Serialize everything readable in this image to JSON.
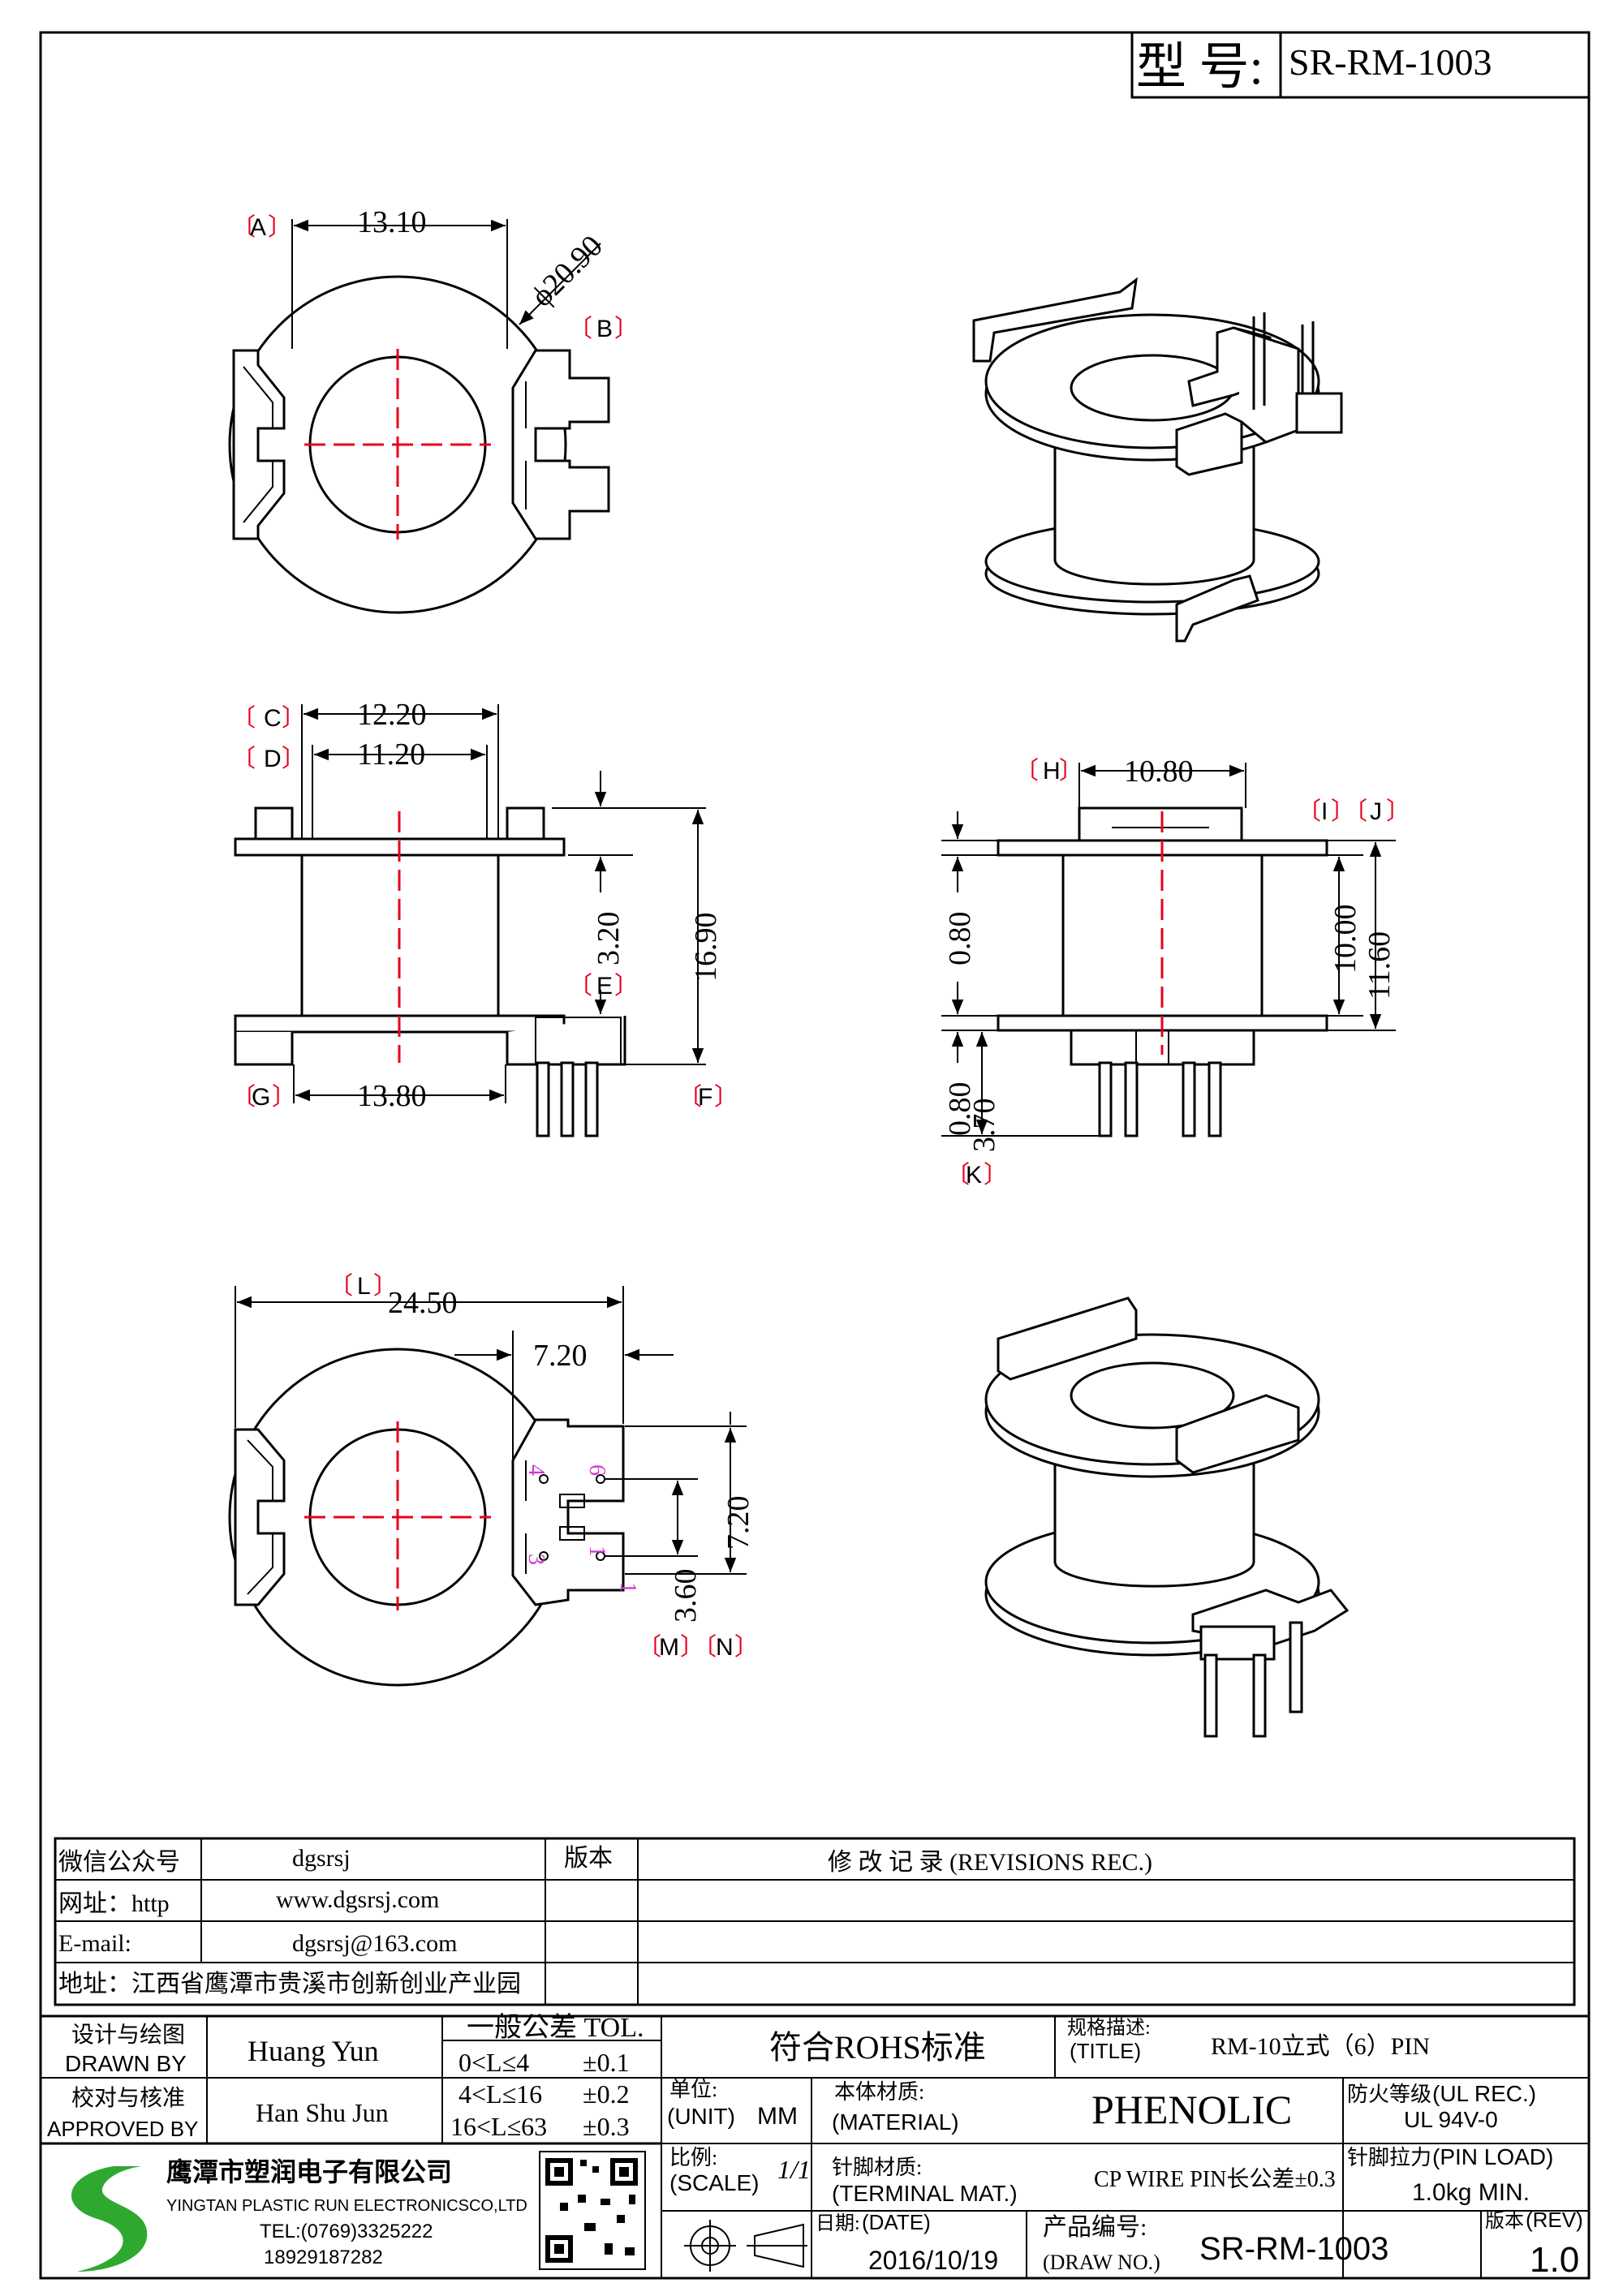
{
  "header": {
    "model_label": "型 号:",
    "model_value": "SR-RM-1003"
  },
  "dimensions": {
    "a": "13.10",
    "b": "ϕ20.90",
    "c": "12.20",
    "d": "11.20",
    "e": "3.20",
    "f": "16.90",
    "g": "13.80",
    "h": "10.80",
    "i": "10.00",
    "j": "11.60",
    "k1": "0.80",
    "k2": "0.80",
    "k3": "3.70",
    "l": "24.50",
    "m": "7.20",
    "n": "7.20",
    "o": "3.60"
  },
  "letter_tags": {
    "a": "A",
    "b": "B",
    "c": "C",
    "d": "D",
    "e": "E",
    "f": "F",
    "g": "G",
    "h": "H",
    "i": "I",
    "j": "J",
    "k": "K",
    "l": "L",
    "m": "M",
    "n": "N"
  },
  "pin_labels": [
    "6",
    "4",
    "1",
    "3",
    "1"
  ],
  "info_table": {
    "rows": [
      {
        "label": "微信公众号",
        "value": "dgsrsj"
      },
      {
        "label": "网址：http",
        "value": "www.dgsrsj.com"
      },
      {
        "label": "E-mail:",
        "value": "dgsrsj@163.com"
      }
    ],
    "address": "地址：江西省鹰潭市贵溪市创新创业产业园",
    "version_label": "版本",
    "revisions_label": "修 改 记 录 (REVISIONS REC.)"
  },
  "title_block": {
    "drawn_label_cn": "设计与绘图",
    "drawn_label_en": "DRAWN BY",
    "drawn_by": "Huang Yun",
    "approved_label_cn": "校对与核准",
    "approved_label_en": "APPROVED BY",
    "approved_by": "Han Shu Jun",
    "tol_title": "一般公差 TOL.",
    "tol_rows": [
      {
        "range": "0<L≤4",
        "tol": "±0.1"
      },
      {
        "range": "4<L≤16",
        "tol": "±0.2"
      },
      {
        "range": "16<L≤63",
        "tol": "±0.3"
      }
    ],
    "rohs": "符合ROHS标准",
    "title_label_cn": "规格描述:",
    "title_label_en": "(TITLE)",
    "title_value": "RM-10立式（6）PIN",
    "unit_label_cn": "单位:",
    "unit_label_en": "(UNIT)",
    "unit_value": "MM",
    "material_label_cn": "本体材质:",
    "material_label_en": "(MATERIAL)",
    "material_value": "PHENOLIC",
    "ul_label_cn": "防火等级",
    "ul_label_en": "(UL REC.)",
    "ul_value": "UL 94V-0",
    "scale_label_cn": "比例:",
    "scale_label_en": "(SCALE)",
    "scale_value": "1/1",
    "terminal_label_cn": "针脚材质:",
    "terminal_label_en": "(TERMINAL MAT.)",
    "terminal_value": "CP WIRE  PIN长公差±0.3",
    "pin_load_label_cn": "针脚拉力",
    "pin_load_label_en": "(PIN LOAD)",
    "pin_load_value": "1.0kg MIN.",
    "date_label_cn": "日期:",
    "date_label_en": "(DATE)",
    "date_value": "2016/10/19",
    "drawno_label_cn": "产品编号:",
    "drawno_label_en": "(DRAW NO.)",
    "drawno_value": "SR-RM-1003",
    "rev_label_cn": "版本",
    "rev_label_en": "(REV)",
    "rev_value": "1.0"
  },
  "company": {
    "name_cn": "鹰潭市塑润电子有限公司",
    "name_en": "YINGTAN PLASTIC RUN ELECTRONICSCO,LTD",
    "tel": "TEL:(0769)3325222",
    "phone": "18929187282"
  },
  "colors": {
    "line": "#000000",
    "centerline": "#e8001c",
    "pin_label": "#d23cd2",
    "tag": "#e8001c",
    "logo": "#2fa82f"
  }
}
